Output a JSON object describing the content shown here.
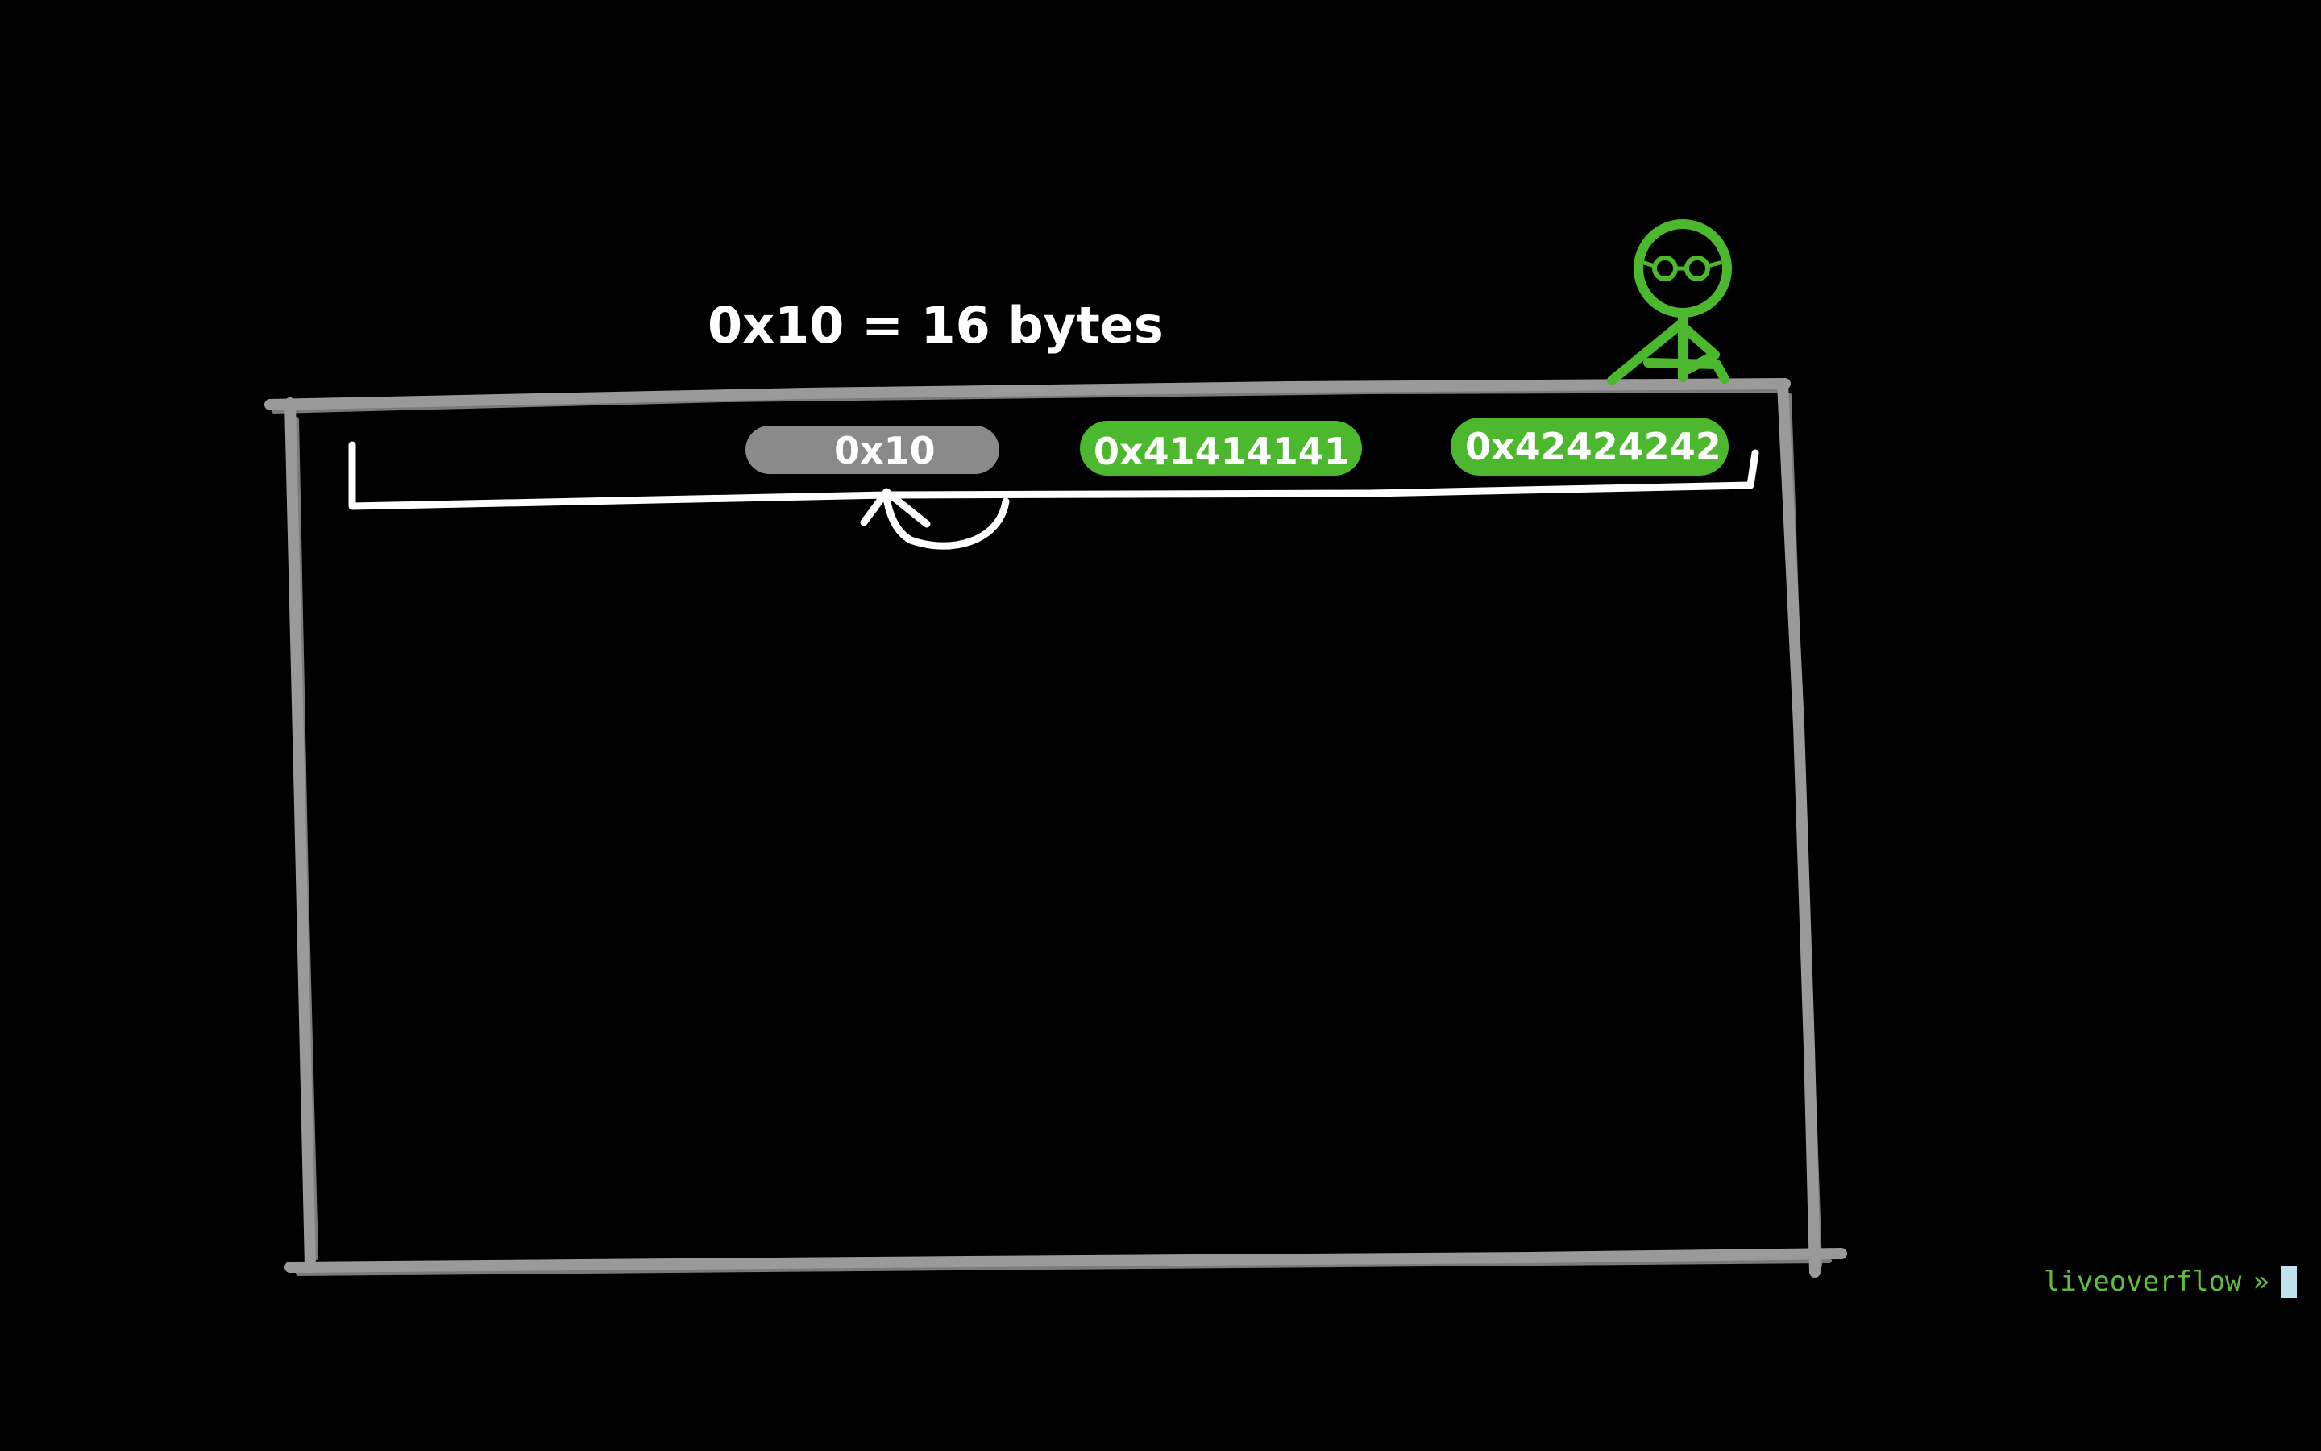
{
  "canvas": {
    "background": "#000000"
  },
  "annotation": {
    "size_label": "0x10 = 16 bytes"
  },
  "memory_chunk": {
    "frame_color": "#9a9a9a",
    "bracket_color": "#ffffff",
    "cells": [
      {
        "label": "0x10",
        "highlight": "#8a8a8a"
      },
      {
        "label": "0x41414141",
        "highlight": "#4cb82e"
      },
      {
        "label": "0x42424242",
        "highlight": "#4cb82e"
      }
    ]
  },
  "figure": {
    "icon": "stick-figure-with-glasses-icon",
    "color": "#4cb82e"
  },
  "terminal": {
    "prompt_user": "liveoverflow",
    "prompt_symbol": "»",
    "prompt_color": "#5fbf3a",
    "cursor_color": "#bfe3f0"
  }
}
